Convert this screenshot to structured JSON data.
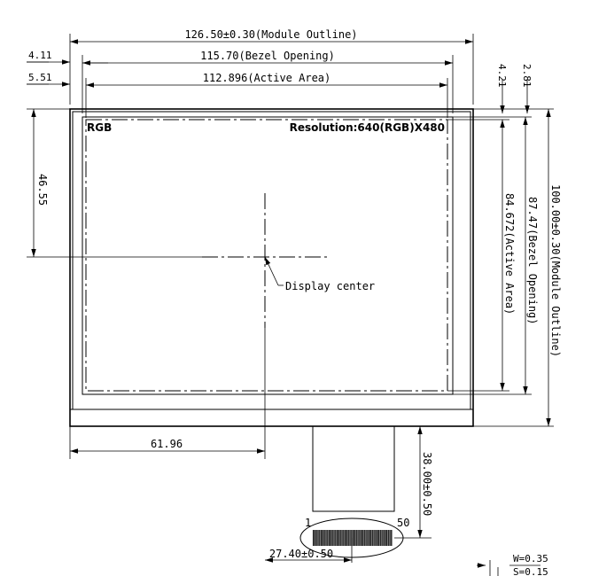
{
  "dimensions": {
    "module_outline_width": "126.50±0.30(Module Outline)",
    "bezel_opening_width": "115.70(Bezel Opening)",
    "active_area_width": "112.896(Active Area)",
    "offset_left_outer": "4.11",
    "offset_left_inner": "5.51",
    "offset_top_inner": "4.21",
    "offset_top_outer": "2.81",
    "center_vertical": "46.55",
    "active_area_height": "84.672(Active Area)",
    "bezel_opening_height": "87.47(Bezel Opening)",
    "module_outline_height": "100.00±0.30(Module Outline)",
    "center_horizontal": "61.96",
    "fpc_length": "38.00±0.50",
    "fpc_offset": "27.40±0.50",
    "pin_width": "W=0.35",
    "pin_space": "S=0.15"
  },
  "labels": {
    "rgb": "RGB",
    "resolution": "Resolution:640(RGB)X480",
    "display_center": "Display center",
    "pin_first": "1",
    "pin_last": "50"
  }
}
